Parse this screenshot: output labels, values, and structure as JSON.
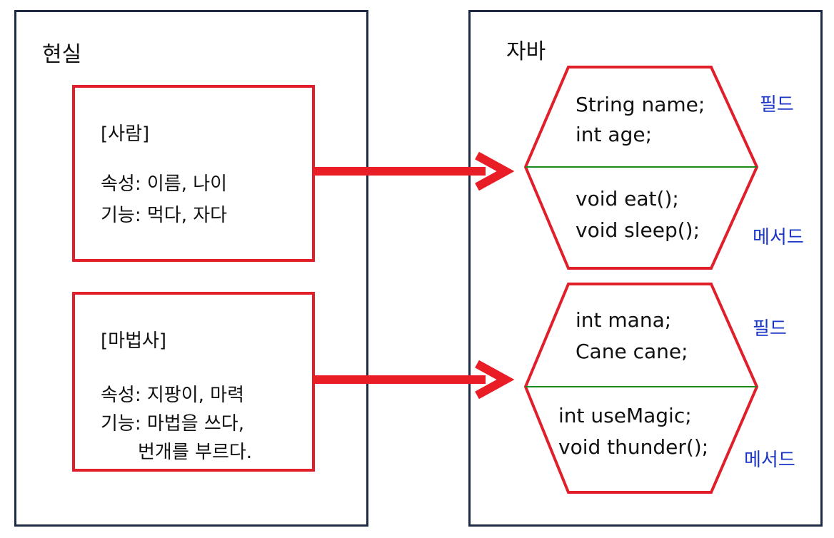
{
  "left_panel": {
    "title": "현실",
    "person": {
      "heading": "[사람]",
      "attributes": "속성: 이름, 나이",
      "functions": "기능: 먹다, 자다"
    },
    "wizard": {
      "heading": "[마법사]",
      "attributes": "속성: 지팡이, 마력",
      "functions_line1": "기능: 마법을 쓰다,",
      "functions_line2": "번개를 부르다."
    }
  },
  "right_panel": {
    "title": "자바",
    "person_class": {
      "field1": "String name;",
      "field2": "int age;",
      "method1": "void eat();",
      "method2": "void sleep();",
      "field_tag": "필드",
      "method_tag": "메서드"
    },
    "wizard_class": {
      "field1": "int mana;",
      "field2": "Cane cane;",
      "method1": "int useMagic;",
      "method2": "void thunder();",
      "field_tag": "필드",
      "method_tag": "메서드"
    }
  },
  "colors": {
    "box_border": "#e01f2a",
    "divider": "#1a8a1a",
    "panel_border": "#1f2a44",
    "tag_text": "#1a35c8",
    "arrow": "#e81d25"
  }
}
